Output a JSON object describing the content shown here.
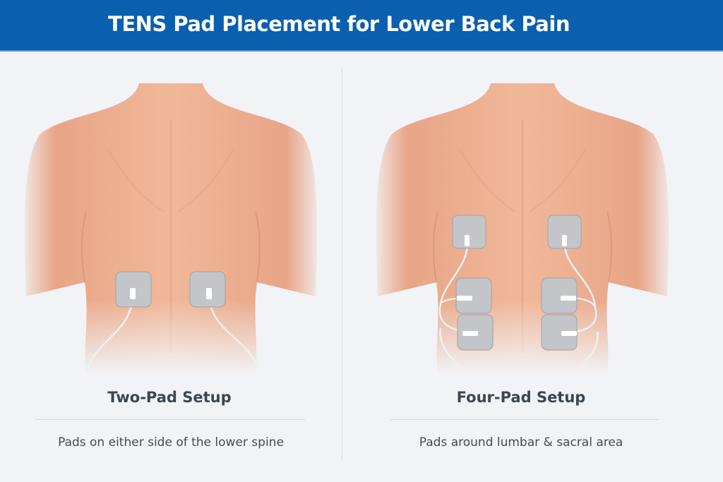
{
  "header": {
    "title": "TENS Pad Placement for Lower Back Pain"
  },
  "panels": [
    {
      "label": "Two-Pad Setup",
      "caption": "Pads on either side of the lower spine",
      "pad_count": 2
    },
    {
      "label": "Four-Pad Setup",
      "caption": "Pads around lumbar & sacral area",
      "pad_count": 6
    }
  ],
  "colors": {
    "header": "#0a5fae",
    "skin": "#eaa989",
    "pad": "#c4c6c9",
    "background": "#f2f3f6"
  }
}
